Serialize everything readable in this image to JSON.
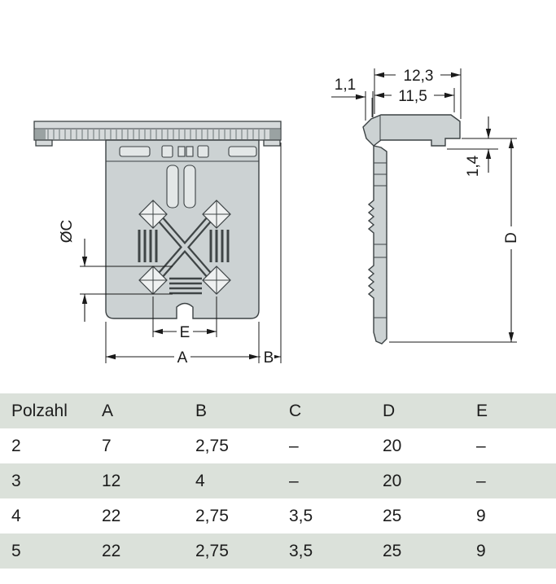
{
  "diagram": {
    "labels": {
      "d12_3": "12,3",
      "d11_5": "11,5",
      "d1_1": "1,1",
      "d1_4": "1,4",
      "dD": "D",
      "dC": "ØC",
      "dE": "E",
      "dA": "A",
      "dB": "B"
    }
  },
  "table": {
    "headers": [
      "Polzahl",
      "A",
      "B",
      "C",
      "D",
      "E"
    ],
    "rows": [
      [
        "2",
        "7",
        "2,75",
        "–",
        "20",
        "–"
      ],
      [
        "3",
        "12",
        "4",
        "–",
        "20",
        "–"
      ],
      [
        "4",
        "22",
        "2,75",
        "3,5",
        "25",
        "9"
      ],
      [
        "5",
        "22",
        "2,75",
        "3,5",
        "25",
        "9"
      ]
    ]
  },
  "colors": {
    "line": "#1a1a1a",
    "edge": "#3c4244",
    "fill-plate": "#d6dadb",
    "fill-body": "#ccd2d3",
    "fill-slot": "#e3e7e7",
    "fill-diamond": "#eff1f1",
    "hatch": "#7c8586",
    "row-alt": "#dbe1da",
    "text": "#1c1c1c"
  }
}
